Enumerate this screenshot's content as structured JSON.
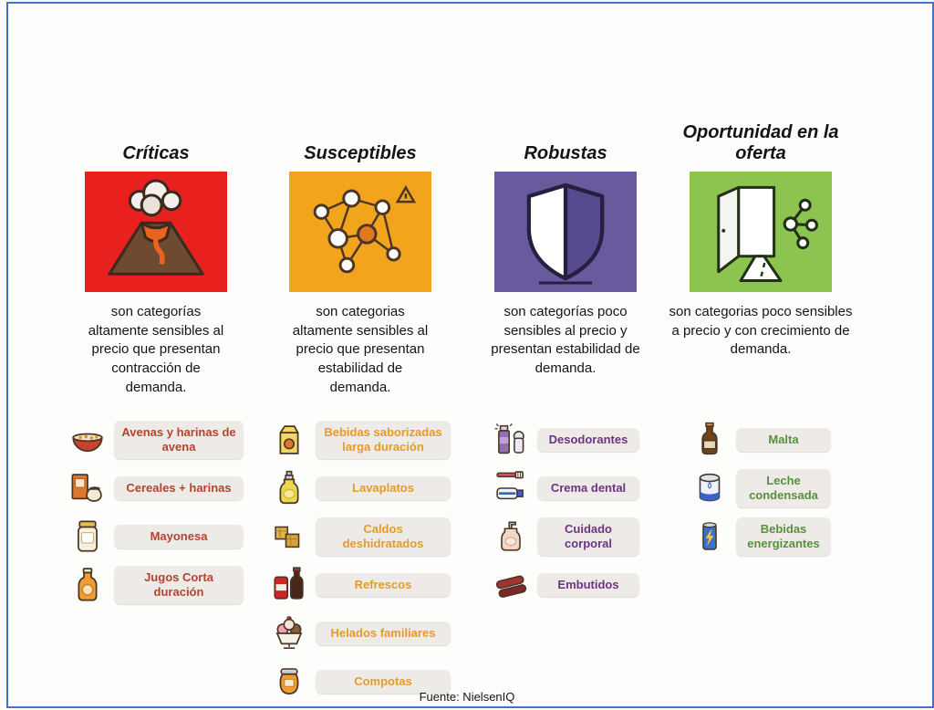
{
  "page": {
    "source_note": "Fuente: NielsenIQ",
    "frame_color": "#4472c4"
  },
  "columns": [
    {
      "title": "Críticas",
      "icon": "volcano-icon",
      "icon_bg": "#e8201e",
      "accent": "#b5432f",
      "description": "son categorías altamente sensibles al precio que presentan contracción de demanda.",
      "items": [
        {
          "icon": "cereal-bowl-icon",
          "label": "Avenas y harinas de avena"
        },
        {
          "icon": "cereal-box-icon",
          "label": "Cereales + harinas"
        },
        {
          "icon": "mayonnaise-jar-icon",
          "label": "Mayonesa"
        },
        {
          "icon": "juice-bottle-icon",
          "label": "Jugos Corta duración"
        }
      ]
    },
    {
      "title": "Susceptibles",
      "icon": "network-icon",
      "icon_bg": "#f2a51c",
      "accent": "#e39c28",
      "description": "son categorias altamente sensibles al precio que presentan estabilidad de demanda.",
      "items": [
        {
          "icon": "juice-carton-icon",
          "label": "Bebidas saborizadas larga duración"
        },
        {
          "icon": "dish-soap-icon",
          "label": "Lavaplatos"
        },
        {
          "icon": "bouillon-cubes-icon",
          "label": "Caldos deshidratados"
        },
        {
          "icon": "soda-icon",
          "label": "Refrescos"
        },
        {
          "icon": "ice-cream-sundae-icon",
          "label": "Helados familiares"
        },
        {
          "icon": "compote-jar-icon",
          "label": "Compotas"
        }
      ]
    },
    {
      "title": "Robustas",
      "icon": "shield-icon",
      "icon_bg": "#695a9e",
      "accent": "#6d3580",
      "description": "son categorías poco sensibles al precio y presentan estabilidad de demanda.",
      "items": [
        {
          "icon": "deodorant-icon",
          "label": "Desodorantes"
        },
        {
          "icon": "toothpaste-icon",
          "label": "Crema dental"
        },
        {
          "icon": "lotion-icon",
          "label": "Cuidado corporal"
        },
        {
          "icon": "sausages-icon",
          "label": "Embutidos"
        }
      ]
    },
    {
      "title": "Oportunidad en la oferta",
      "icon": "open-door-icon",
      "icon_bg": "#8dc44f",
      "accent": "#58903c",
      "description": "son categorias poco sensibles a precio y con crecimiento de demanda.",
      "items": [
        {
          "icon": "malta-bottle-icon",
          "label": "Malta"
        },
        {
          "icon": "condensed-milk-icon",
          "label": "Leche condensada"
        },
        {
          "icon": "energy-drink-icon",
          "label": "Bebidas energizantes"
        }
      ]
    }
  ]
}
